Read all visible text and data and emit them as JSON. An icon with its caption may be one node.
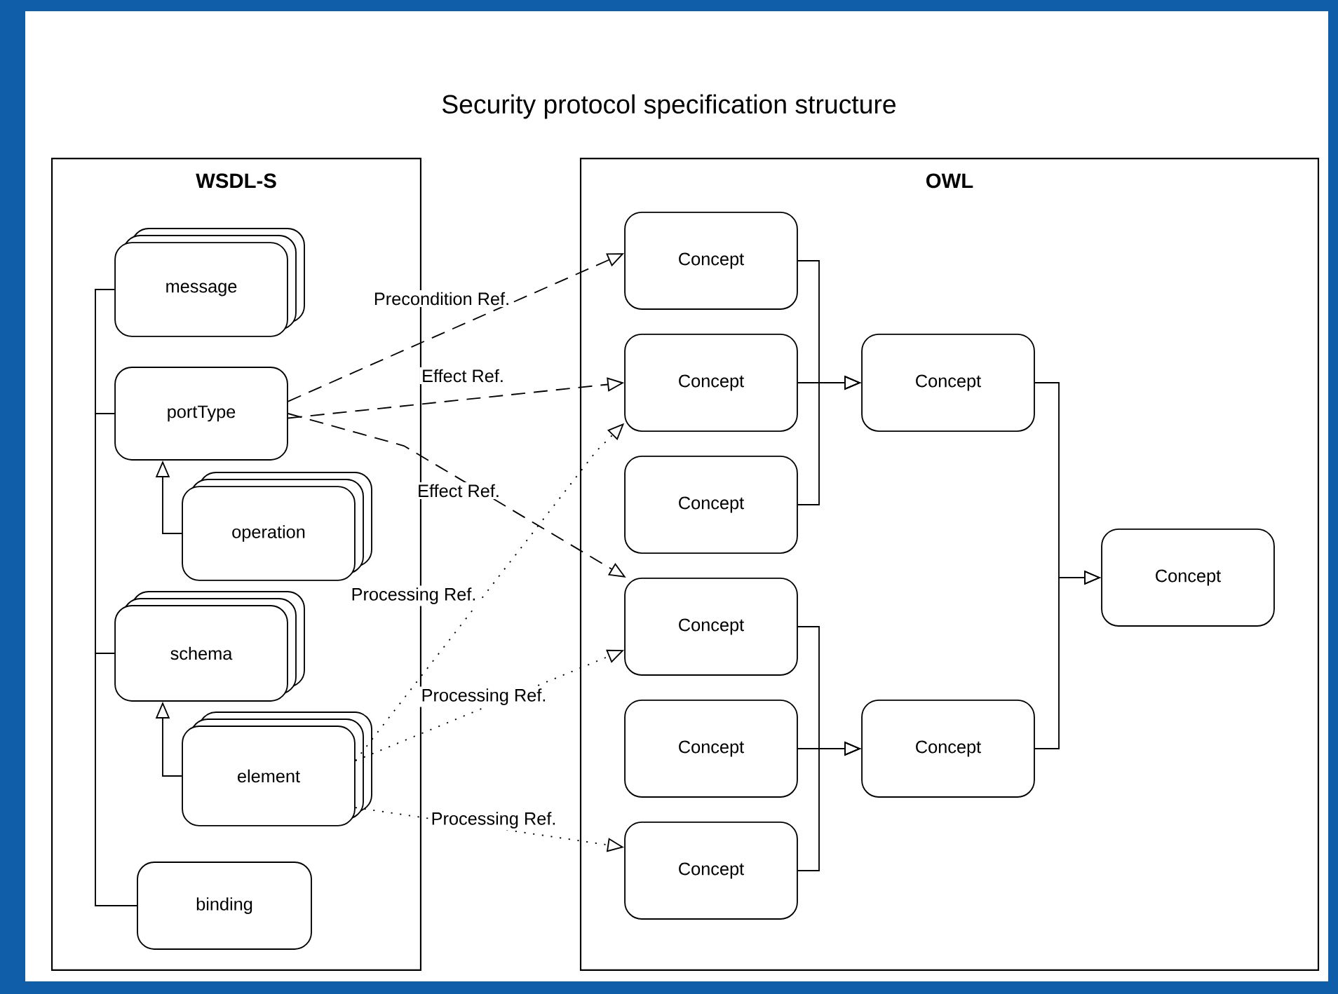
{
  "diagram": {
    "title": "Security protocol specification structure",
    "nodes": [
      {
        "text": [
          "WSDL-S"
        ]
      },
      {
        "text": [
          "message"
        ],
        "in": 0
      },
      {
        "text": [
          "portType"
        ],
        "in": 0
      },
      {
        "text": [
          "operation"
        ],
        "in": 0
      },
      {
        "text": [
          "schema"
        ],
        "in": 0
      },
      {
        "text": [
          "element"
        ],
        "in": 0
      },
      {
        "text": [
          "binding"
        ],
        "in": 0
      },
      {
        "text": [
          "OWL"
        ]
      },
      {
        "text": [
          "Concept"
        ],
        "in": 7
      },
      {
        "text": [
          "Concept"
        ],
        "in": 7
      },
      {
        "text": [
          "Concept"
        ],
        "in": 7
      },
      {
        "text": [
          "Concept"
        ],
        "in": 7
      },
      {
        "text": [
          "Concept"
        ],
        "in": 7
      },
      {
        "text": [
          "Concept"
        ],
        "in": 7
      },
      {
        "text": [
          "Concept"
        ],
        "in": 7
      },
      {
        "text": [
          "Concept"
        ],
        "in": 7
      },
      {
        "text": [
          "Concept"
        ],
        "in": 7
      }
    ],
    "edges": [
      {
        "from": 1,
        "to": 2,
        "arrow": "none"
      },
      {
        "from": 2,
        "to": 4,
        "arrow": "none"
      },
      {
        "from": 4,
        "to": 6,
        "arrow": "none"
      },
      {
        "from": 3,
        "to": 2,
        "arrow": "to"
      },
      {
        "from": 5,
        "to": 4,
        "arrow": "to"
      },
      {
        "from": 2,
        "to": 8,
        "arrow": "to",
        "style": "dashed",
        "label": "Precondition Ref."
      },
      {
        "from": 2,
        "to": 9,
        "arrow": "to",
        "style": "dashed",
        "label": "Effect Ref."
      },
      {
        "from": 2,
        "to": 11,
        "arrow": "to",
        "style": "dashed",
        "label": "Effect Ref."
      },
      {
        "from": 5,
        "to": 9,
        "arrow": "to",
        "style": "dashed",
        "label": "Processing Ref."
      },
      {
        "from": 5,
        "to": 11,
        "arrow": "to",
        "style": "dashed",
        "label": "Processing Ref."
      },
      {
        "from": 5,
        "to": 13,
        "arrow": "to",
        "style": "dashed",
        "label": "Processing Ref."
      },
      {
        "from": 8,
        "to": 14,
        "arrow": "to"
      },
      {
        "from": 9,
        "to": 14,
        "arrow": "to"
      },
      {
        "from": 10,
        "to": 14,
        "arrow": "to"
      },
      {
        "from": 11,
        "to": 15,
        "arrow": "to"
      },
      {
        "from": 12,
        "to": 15,
        "arrow": "to"
      },
      {
        "from": 13,
        "to": 15,
        "arrow": "to"
      },
      {
        "from": 14,
        "to": 16,
        "arrow": "to"
      },
      {
        "from": 15,
        "to": 16,
        "arrow": "to"
      }
    ]
  }
}
